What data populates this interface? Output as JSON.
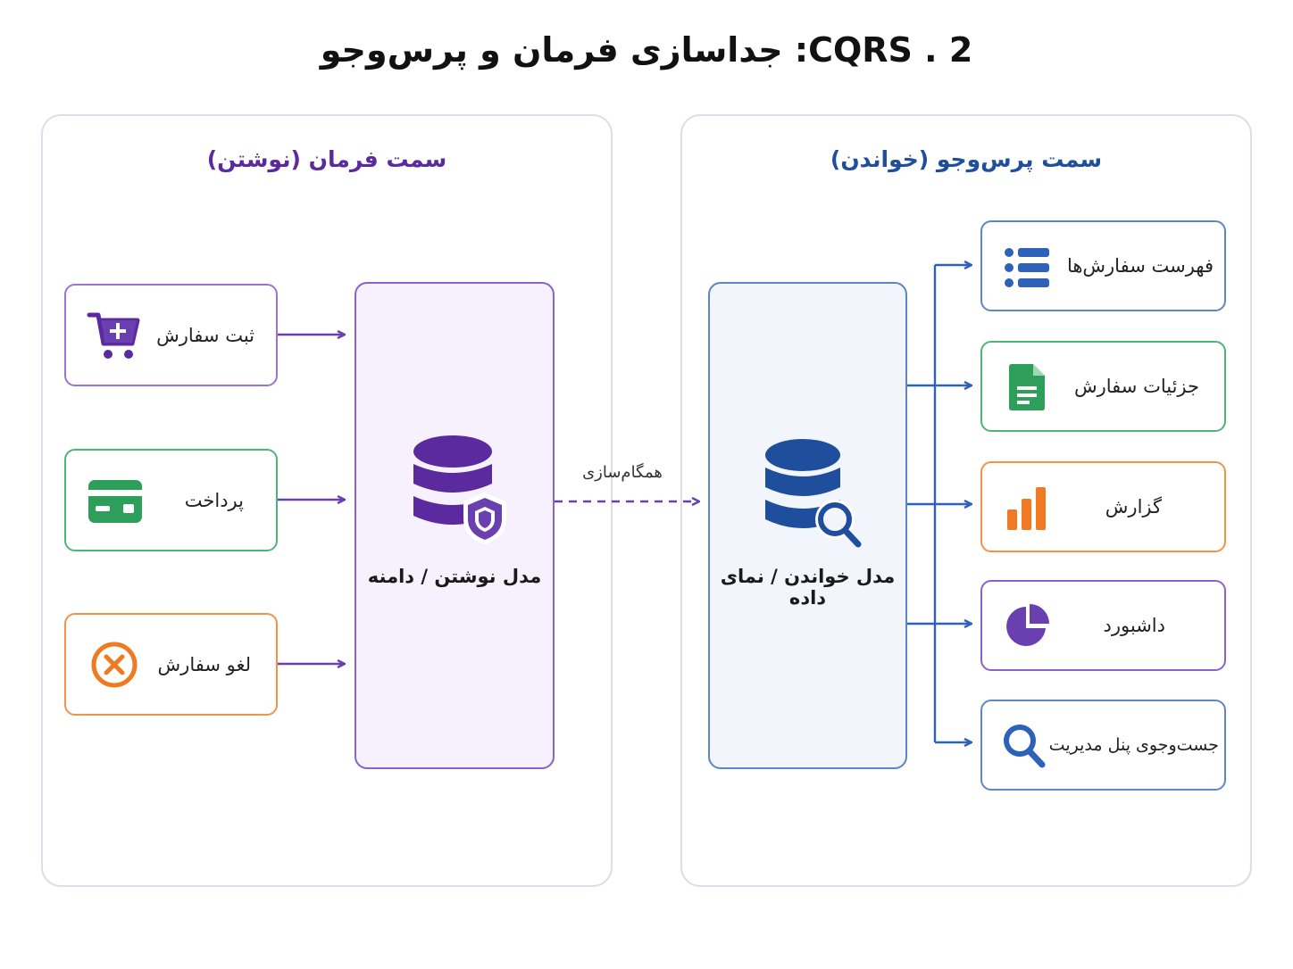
{
  "title": "CQRS . 2: جداسازی فرمان و پرس‌وجو",
  "command_side": {
    "title": "سمت فرمان (نوشتن)",
    "model_label": "مدل نوشتن / دامنه",
    "items": [
      {
        "label": "ثبت سفارش",
        "icon": "cart-plus-icon",
        "color": "#7b4bc4"
      },
      {
        "label": "پرداخت",
        "icon": "credit-card-icon",
        "color": "#2e9e5b"
      },
      {
        "label": "لغو سفارش",
        "icon": "cancel-circle-icon",
        "color": "#f07a22"
      }
    ]
  },
  "sync_label": "همگام‌سازی",
  "query_side": {
    "title": "سمت پرس‌وجو (خواندن)",
    "model_label": "مدل خواندن / نمای داده",
    "items": [
      {
        "label": "فهرست سفارش‌ها",
        "icon": "list-icon",
        "color": "#2e62b8"
      },
      {
        "label": "جزئیات سفارش",
        "icon": "document-icon",
        "color": "#2e9e5b"
      },
      {
        "label": "گزارش",
        "icon": "bar-chart-icon",
        "color": "#f07a22"
      },
      {
        "label": "داشبورد",
        "icon": "pie-chart-icon",
        "color": "#6a3fb0"
      },
      {
        "label": "جست‌وجوی پنل مدیریت",
        "icon": "search-icon",
        "color": "#2e62b8"
      }
    ]
  },
  "colors": {
    "purple": "#6a3fb0",
    "blue": "#1f4f9c",
    "green": "#2e9e5b",
    "orange": "#f07a22"
  }
}
